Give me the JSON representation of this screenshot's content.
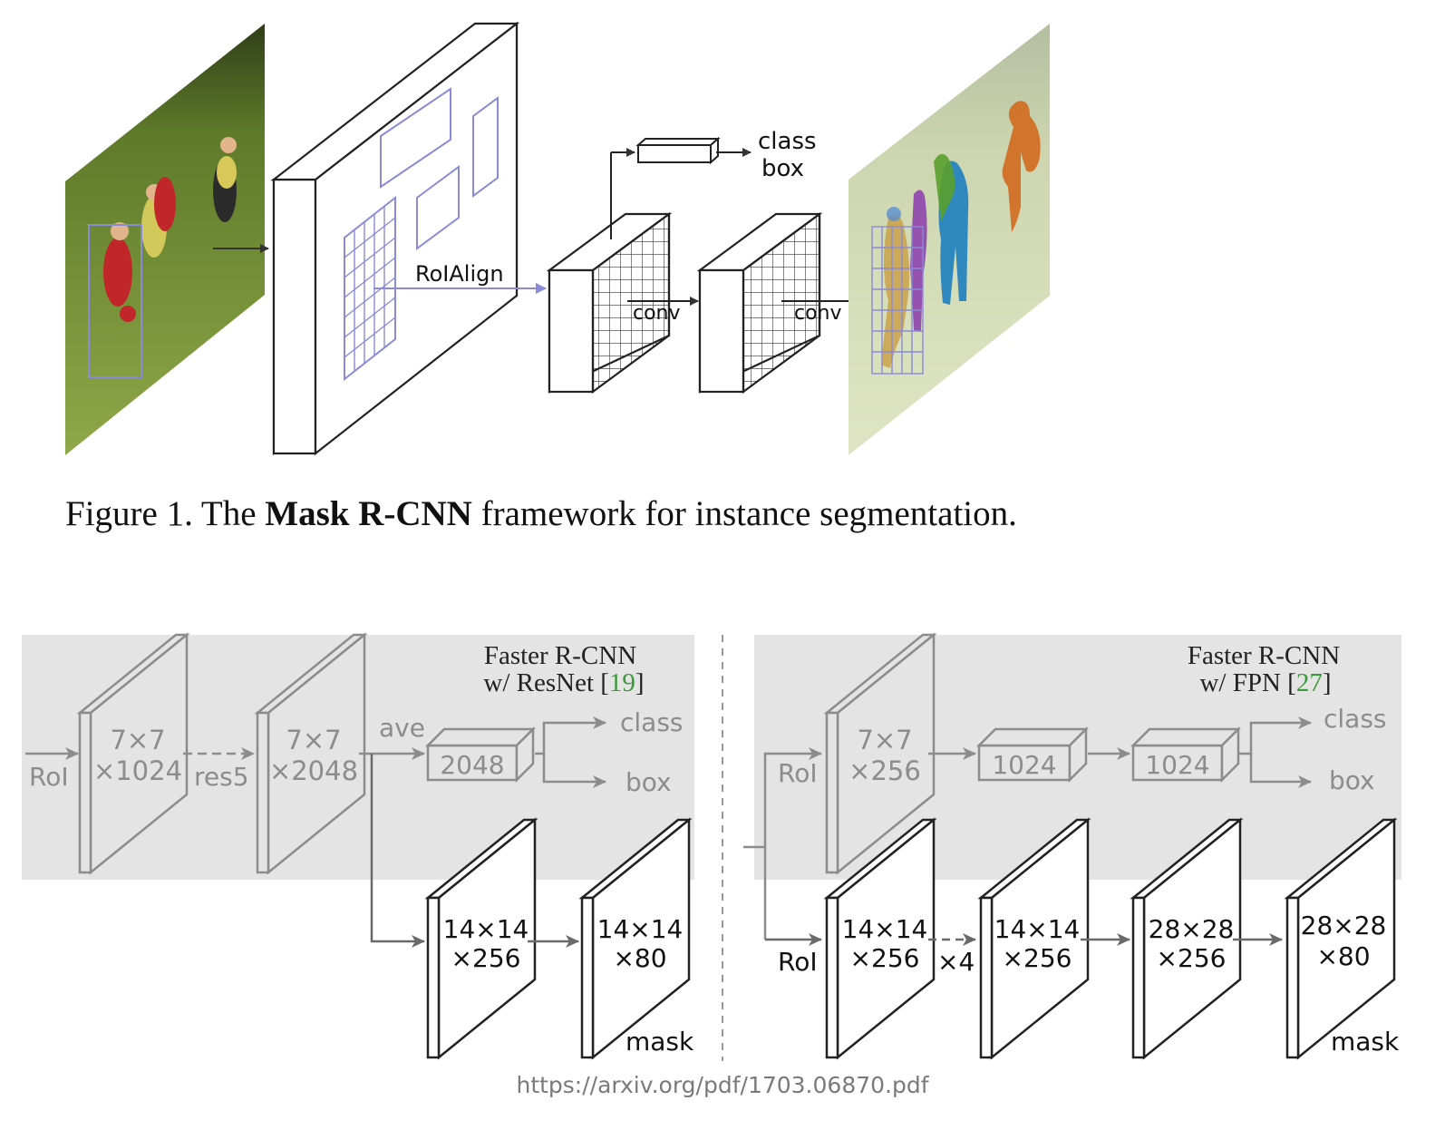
{
  "figure1": {
    "labels": {
      "roialign": "RoIAlign",
      "conv1": "conv",
      "conv2": "conv",
      "class": "class",
      "box": "box"
    },
    "colors": {
      "roi_grid": "#8a8ad8",
      "mask_orange": "#d2691e",
      "mask_blue": "#1e7fbf",
      "mask_green": "#5aa02c",
      "mask_purple": "#8e44ad",
      "mask_tan": "#c9a14a"
    },
    "caption": {
      "prefix": "Figure 1. The ",
      "bold": "Mask R-CNN",
      "suffix": " framework for instance segmentation."
    }
  },
  "head_resnet": {
    "title_line1": "Faster R-CNN",
    "title_line2_prefix": "w/ ResNet [",
    "title_ref": "19",
    "title_line2_suffix": "]",
    "roi": "RoI",
    "plane1": [
      "7×7",
      "×1024"
    ],
    "res5": "res5",
    "plane2": [
      "7×7",
      "×2048"
    ],
    "ave": "ave",
    "fc": "2048",
    "class": "class",
    "box": "box",
    "mask1": [
      "14×14",
      "×256"
    ],
    "mask2": [
      "14×14",
      "×80"
    ],
    "mask": "mask"
  },
  "head_fpn": {
    "title_line1": "Faster R-CNN",
    "title_line2_prefix": "w/ FPN [",
    "title_ref": "27",
    "title_line2_suffix": "]",
    "roi_top": "RoI",
    "plane1": [
      "7×7",
      "×256"
    ],
    "fc1": "1024",
    "fc2": "1024",
    "class": "class",
    "box": "box",
    "roi_bottom": "RoI",
    "m1": [
      "14×14",
      "×256"
    ],
    "x4": "×4",
    "m2": [
      "14×14",
      "×256"
    ],
    "m3": [
      "28×28",
      "×256"
    ],
    "m4": [
      "28×28",
      "×80"
    ],
    "mask": "mask"
  },
  "source_url": "https://arxiv.org/pdf/1703.06870.pdf"
}
